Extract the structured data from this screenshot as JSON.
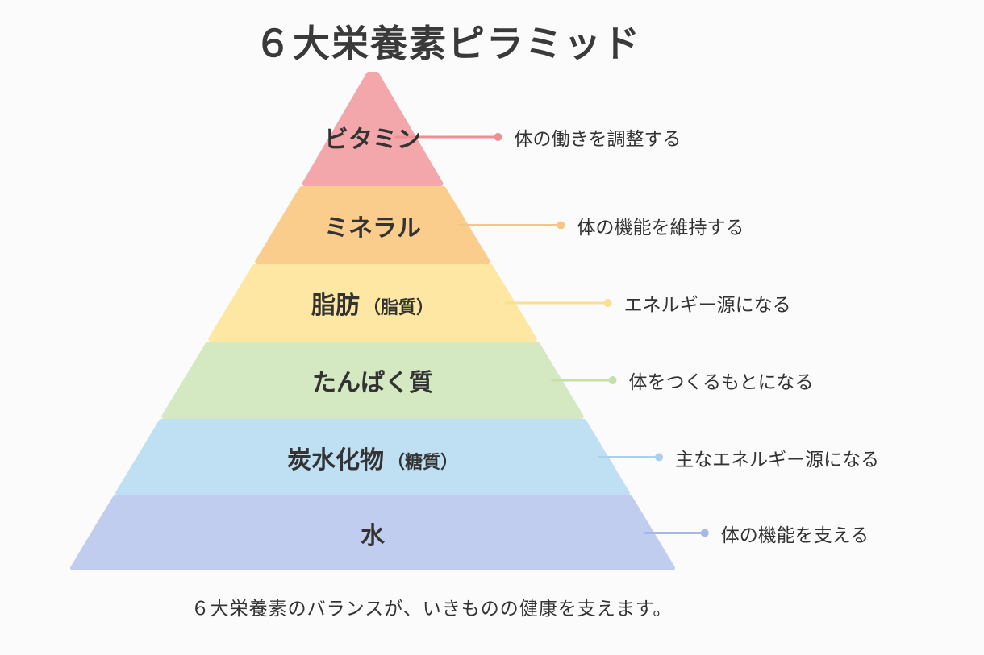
{
  "title": "６大栄養素ピラミッド",
  "caption": "６大栄養素のバランスが、いきものの健康を支えます。",
  "layers": [
    {
      "name": "ビタミン",
      "paren": "",
      "role": "体の働きを調整する",
      "color": "#f3a7aa",
      "line_color": "#ee8f95"
    },
    {
      "name": "ミネラル",
      "paren": "",
      "role": "体の機能を維持する",
      "color": "#fbcd8c",
      "line_color": "#f7c680"
    },
    {
      "name": "脂肪",
      "paren": "（脂質）",
      "role": "エネルギー源になる",
      "color": "#fde7a2",
      "line_color": "#f8df92"
    },
    {
      "name": "たんぱく質",
      "paren": "",
      "role": "体をつくるもとになる",
      "color": "#d4e9c1",
      "line_color": "#c3e0ab"
    },
    {
      "name": "炭水化物",
      "paren": "（糖質）",
      "role": "主なエネルギー源になる",
      "color": "#bfe0f3",
      "line_color": "#a9d1ec"
    },
    {
      "name": "水",
      "paren": "",
      "role": "体の機能を支える",
      "color": "#c0cdee",
      "line_color": "#a8b8e6"
    }
  ]
}
